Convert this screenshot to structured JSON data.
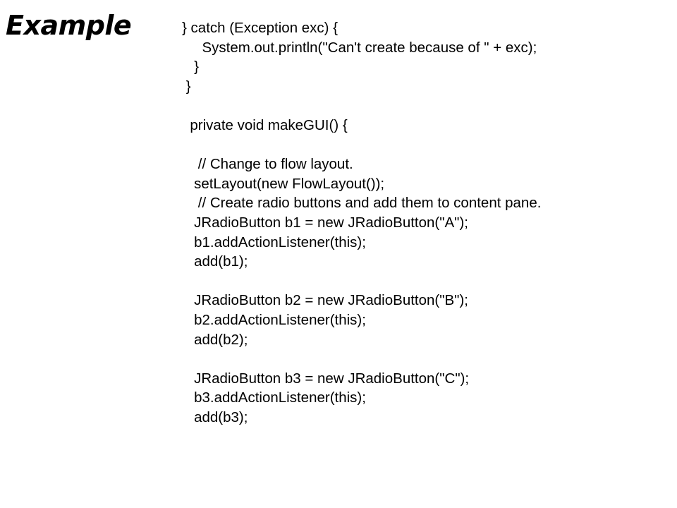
{
  "slide": {
    "title": "Example"
  },
  "code": {
    "lines": [
      "} catch (Exception exc) {",
      "     System.out.println(\"Can't create because of \" + exc);",
      "   }",
      " }",
      "",
      "  private void makeGUI() {",
      "",
      "    // Change to flow layout.",
      "   setLayout(new FlowLayout());",
      "    // Create radio buttons and add them to content pane.",
      "   JRadioButton b1 = new JRadioButton(\"A\");",
      "   b1.addActionListener(this);",
      "   add(b1);",
      "",
      "   JRadioButton b2 = new JRadioButton(\"B\");",
      "   b2.addActionListener(this);",
      "   add(b2);",
      "",
      "   JRadioButton b3 = new JRadioButton(\"C\");",
      "   b3.addActionListener(this);",
      "   add(b3);"
    ]
  }
}
